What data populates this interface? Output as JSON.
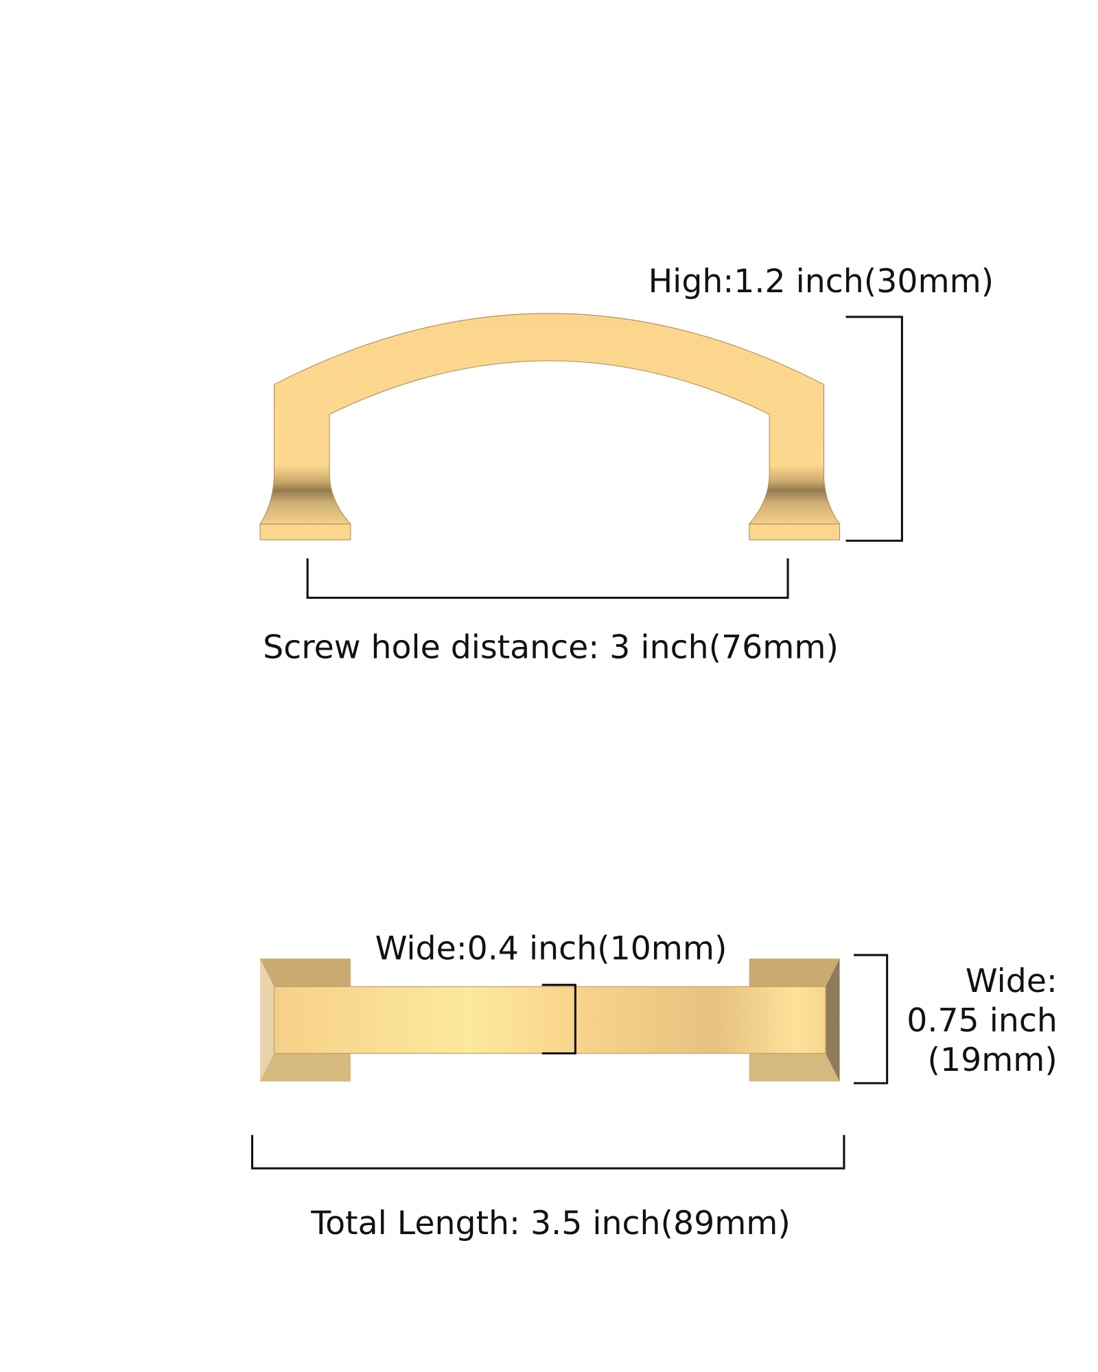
{
  "colors": {
    "gold_light": "#fde99a",
    "gold_main": "#fbd58c",
    "gold_dark": "#9a7f52",
    "line": "#111111"
  },
  "top_view": {
    "height_label": "High:1.2 inch(30mm)",
    "screw_hole_label": "Screw hole distance: 3 inch(76mm)"
  },
  "bottom_view": {
    "bar_width_label": "Wide:0.4 inch(10mm)",
    "base_width_label": [
      "Wide:",
      "0.75 inch",
      "(19mm)"
    ],
    "total_length_label": "Total Length: 3.5 inch(89mm)"
  }
}
